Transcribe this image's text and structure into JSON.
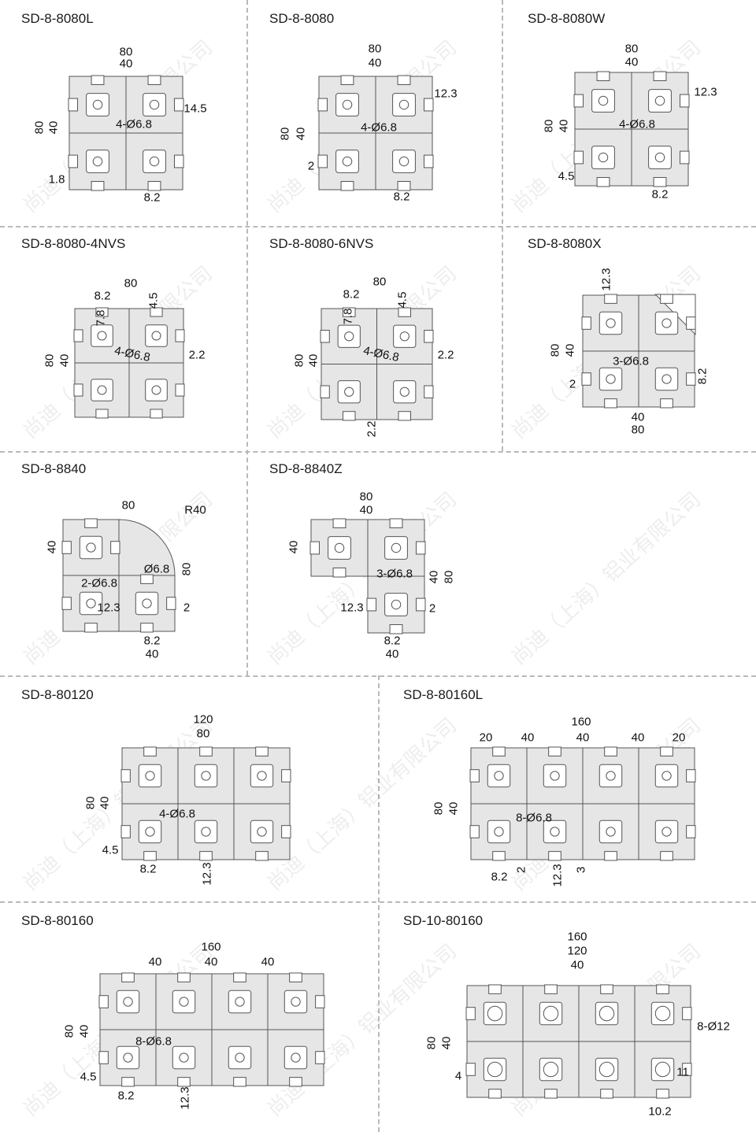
{
  "watermark": "尚迪（上海）铝业有限公司",
  "cells": [
    {
      "title": "SD-8-8080L",
      "labels": [
        "80",
        "40",
        "80",
        "40",
        "14.5",
        "4-Ø6.8",
        "1.8",
        "8.2"
      ]
    },
    {
      "title": "SD-8-8080",
      "labels": [
        "80",
        "40",
        "12.3",
        "4-Ø6.8",
        "80",
        "40",
        "2",
        "8.2"
      ]
    },
    {
      "title": "SD-8-8080W",
      "labels": [
        "80",
        "40",
        "12.3",
        "4-Ø6.8",
        "80",
        "40",
        "4.5",
        "8.2"
      ]
    },
    {
      "title": "SD-8-8080-4NVS",
      "labels": [
        "80",
        "8.2",
        "4.5",
        "7.8",
        "4-Ø6.8",
        "2.2",
        "80",
        "40"
      ]
    },
    {
      "title": "SD-8-8080-6NVS",
      "labels": [
        "80",
        "8.2",
        "4.5",
        "7.8",
        "4-Ø6.8",
        "2.2",
        "80",
        "40",
        "2.2"
      ]
    },
    {
      "title": "SD-8-8080X",
      "labels": [
        "12.3",
        "80",
        "40",
        "3-Ø6.8",
        "2",
        "8.2",
        "40",
        "80"
      ]
    },
    {
      "title": "SD-8-8840",
      "labels": [
        "80",
        "R40",
        "40",
        "Ø6.8",
        "80",
        "2-Ø6.8",
        "12.3",
        "2",
        "8.2",
        "40"
      ]
    },
    {
      "title": "SD-8-8840Z",
      "labels": [
        "80",
        "40",
        "40",
        "3-Ø6.8",
        "40",
        "80",
        "12.3",
        "2",
        "8.2",
        "40"
      ]
    },
    {
      "title": "SD-8-80120",
      "labels": [
        "120",
        "80",
        "80",
        "40",
        "4-Ø6.8",
        "4.5",
        "8.2",
        "12.3"
      ]
    },
    {
      "title": "SD-8-80160L",
      "labels": [
        "160",
        "20",
        "40",
        "40",
        "40",
        "20",
        "80",
        "40",
        "8-Ø6.8",
        "8.2",
        "2",
        "12.3",
        "3"
      ]
    },
    {
      "title": "SD-8-80160",
      "labels": [
        "160",
        "40",
        "40",
        "40",
        "80",
        "40",
        "8-Ø6.8",
        "4.5",
        "8.2",
        "12.3"
      ]
    },
    {
      "title": "SD-10-80160",
      "labels": [
        "160",
        "120",
        "40",
        "8-Ø12",
        "80",
        "40",
        "4",
        "11",
        "10.2"
      ]
    }
  ]
}
